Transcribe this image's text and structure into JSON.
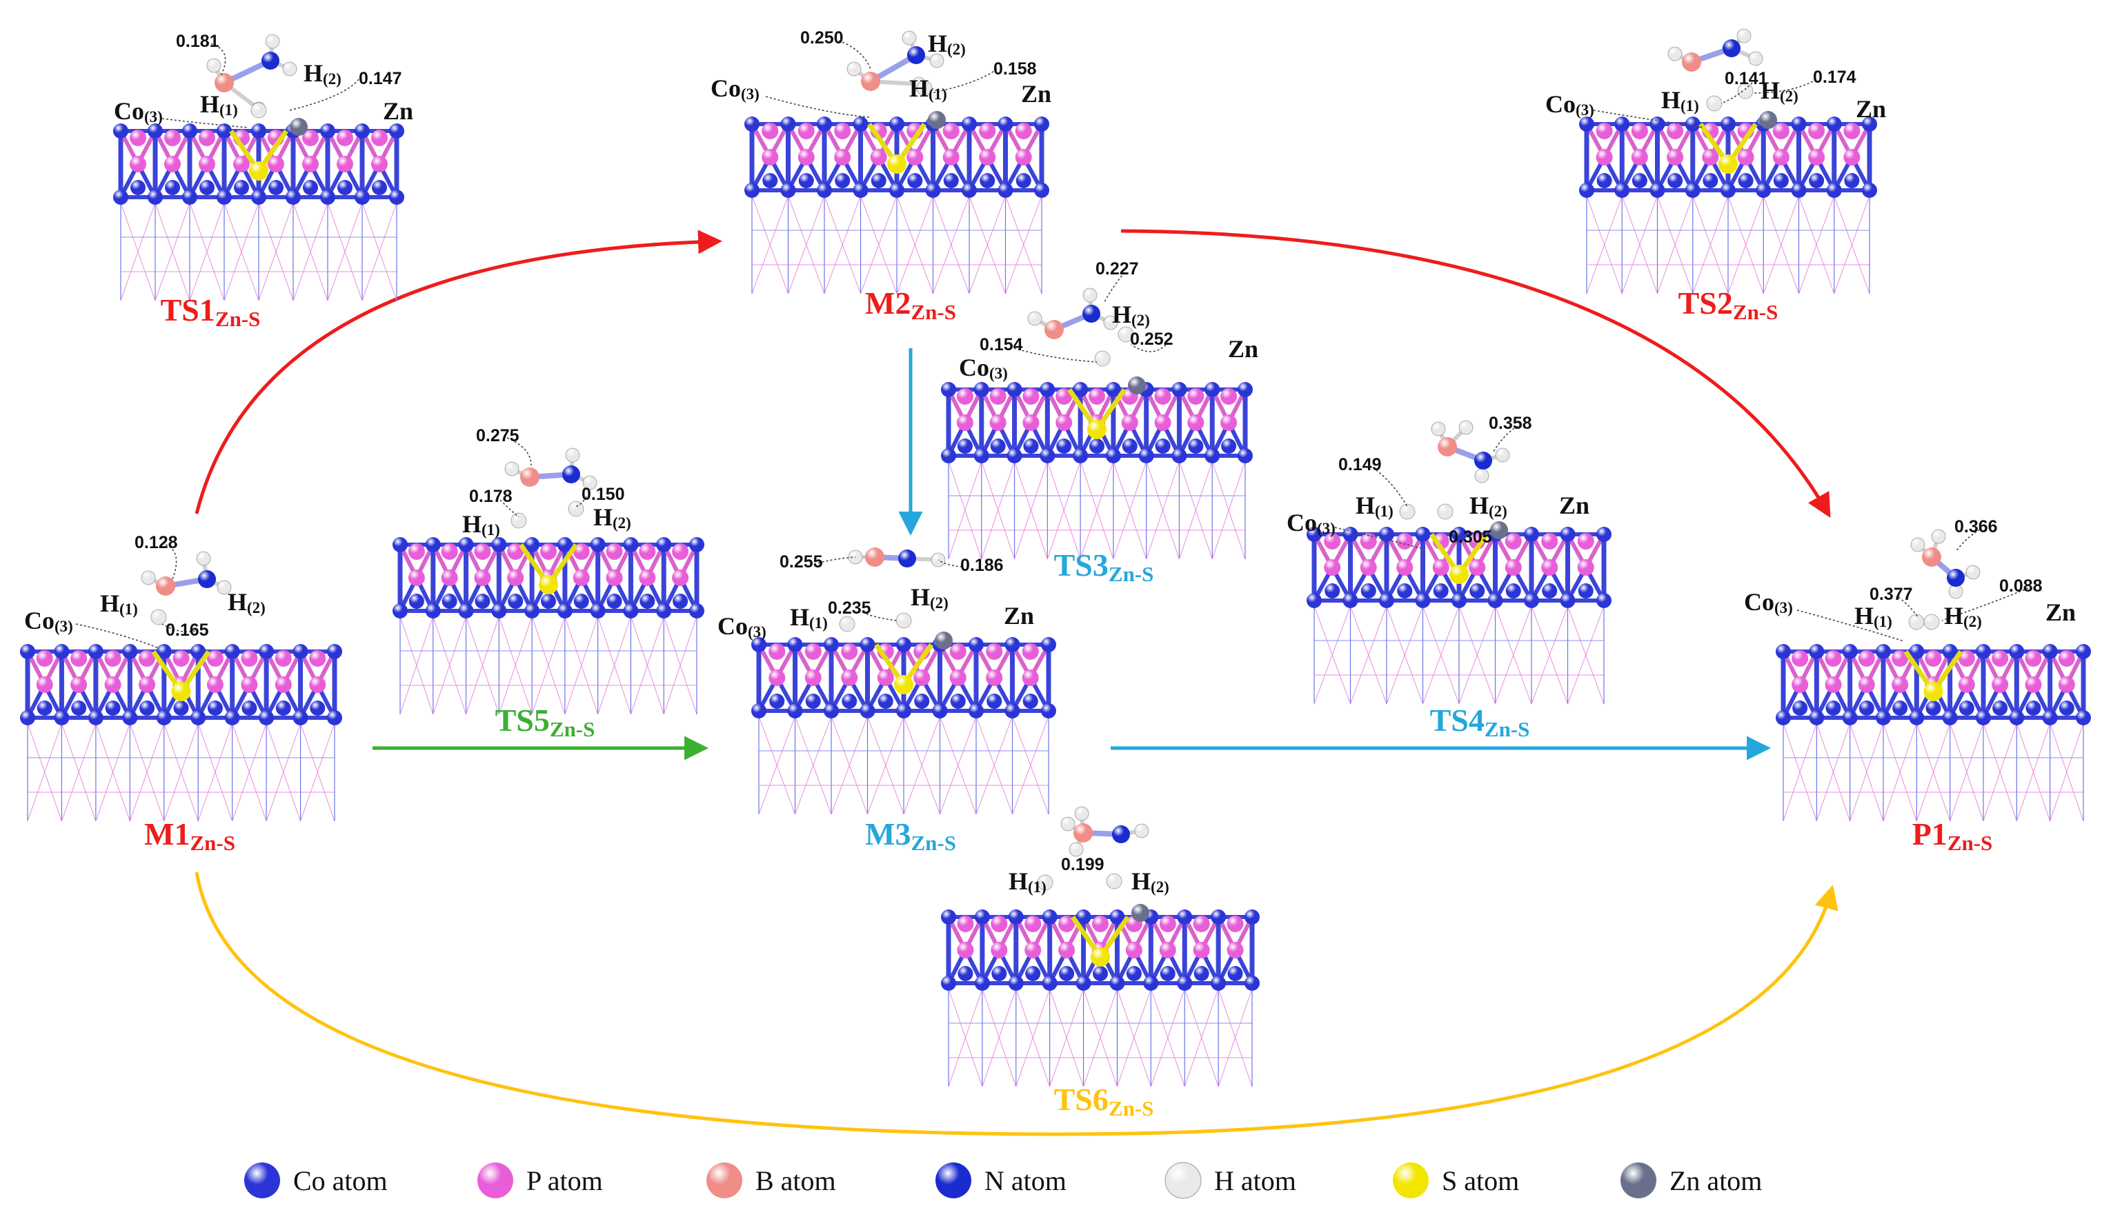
{
  "colors": {
    "red": "#ee1c1c",
    "blue": "#25a7dc",
    "green": "#3cb033",
    "orange": "#ffc20e",
    "co_atom": "#2b35d6",
    "p_atom": "#e85ed9",
    "b_atom": "#f08d87",
    "n_atom": "#1a2bd0",
    "h_atom": "#e9e9e9",
    "s_atom": "#f2e600",
    "zn_atom": "#6a708c"
  },
  "states": {
    "M1": {
      "main": "M1",
      "sub": "Zn-S",
      "color": "red"
    },
    "TS1": {
      "main": "TS1",
      "sub": "Zn-S",
      "color": "red"
    },
    "M2": {
      "main": "M2",
      "sub": "Zn-S",
      "color": "red"
    },
    "TS2": {
      "main": "TS2",
      "sub": "Zn-S",
      "color": "red"
    },
    "P1": {
      "main": "P1",
      "sub": "Zn-S",
      "color": "red"
    },
    "TS3": {
      "main": "TS3",
      "sub": "Zn-S",
      "color": "blue"
    },
    "M3": {
      "main": "M3",
      "sub": "Zn-S",
      "color": "blue"
    },
    "TS4": {
      "main": "TS4",
      "sub": "Zn-S",
      "color": "blue"
    },
    "TS5": {
      "main": "TS5",
      "sub": "Zn-S",
      "color": "green"
    },
    "TS6": {
      "main": "TS6",
      "sub": "Zn-S",
      "color": "orange"
    }
  },
  "atom_labels": {
    "co3": {
      "main": "Co",
      "sub": "(3)"
    },
    "h1": {
      "main": "H",
      "sub": "(1)"
    },
    "h2": {
      "main": "H",
      "sub": "(2)"
    },
    "zn": {
      "main": "Zn"
    }
  },
  "distances": {
    "TS1": [
      "0.181",
      "0.147"
    ],
    "M2": [
      "0.250",
      "0.158"
    ],
    "TS2": [
      "0.141",
      "0.174"
    ],
    "TS3": [
      "0.227",
      "0.154",
      "0.252"
    ],
    "TS5": [
      "0.275",
      "0.178",
      "0.150"
    ],
    "M1": [
      "0.128",
      "0.165"
    ],
    "M3": [
      "0.255",
      "0.186",
      "0.235"
    ],
    "TS4": [
      "0.149",
      "0.358",
      "0.305"
    ],
    "P1": [
      "0.366",
      "0.377",
      "0.088"
    ],
    "TS6": [
      "0.199"
    ]
  },
  "legend": [
    {
      "label": "Co atom",
      "color": "co_atom"
    },
    {
      "label": "P atom",
      "color": "p_atom"
    },
    {
      "label": "B atom",
      "color": "b_atom"
    },
    {
      "label": "N atom",
      "color": "n_atom"
    },
    {
      "label": "H atom",
      "color": "h_atom"
    },
    {
      "label": "S atom",
      "color": "s_atom"
    },
    {
      "label": "Zn atom",
      "color": "zn_atom"
    }
  ]
}
